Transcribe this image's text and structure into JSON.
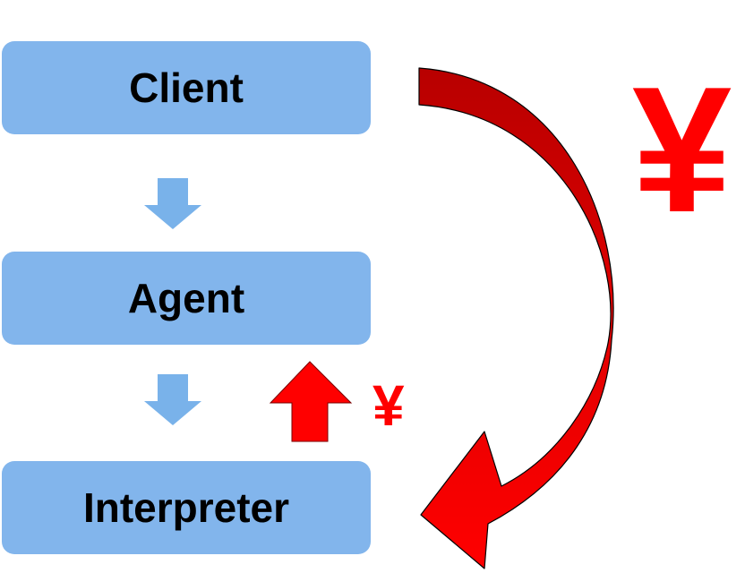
{
  "nodes": {
    "client": "Client",
    "agent": "Agent",
    "interpreter": "Interpreter"
  },
  "payment_labels": {
    "large": "¥",
    "small": "¥"
  },
  "colors": {
    "box_fill": "#82b5ec",
    "down_arrow": "#79b2ea",
    "payment_red": "#ff0000",
    "curve_dark_red": "#b80000"
  }
}
